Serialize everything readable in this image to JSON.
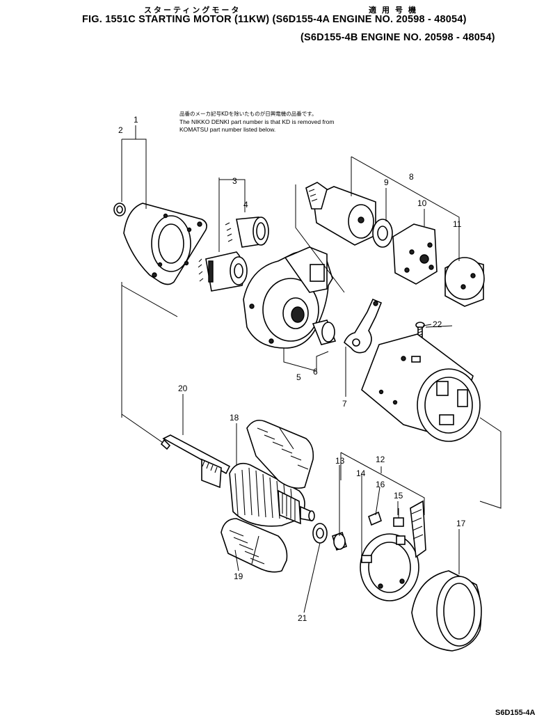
{
  "header": {
    "japanese_title": "スターティングモータ",
    "japanese_applicable": "適用号機",
    "title_line1": "FIG. 1551C STARTING MOTOR (11KW) (S6D155-4A  ENGINE NO. 20598 - 48054)",
    "title_line2": "(S6D155-4B  ENGINE NO. 20598 - 48054)"
  },
  "note": {
    "japanese": "品番のメーカ記号KDを除いたものが日興電機の品番です。",
    "line1": "The NIKKO DENKI part number is that KD is removed from",
    "line2": "KOMATSU part number listed below."
  },
  "callouts": [
    "1",
    "2",
    "3",
    "4",
    "5",
    "6",
    "7",
    "8",
    "9",
    "10",
    "11",
    "12",
    "13",
    "14",
    "15",
    "16",
    "17",
    "18",
    "19",
    "20",
    "21",
    "22"
  ],
  "figure_code": "S6D155-4A"
}
